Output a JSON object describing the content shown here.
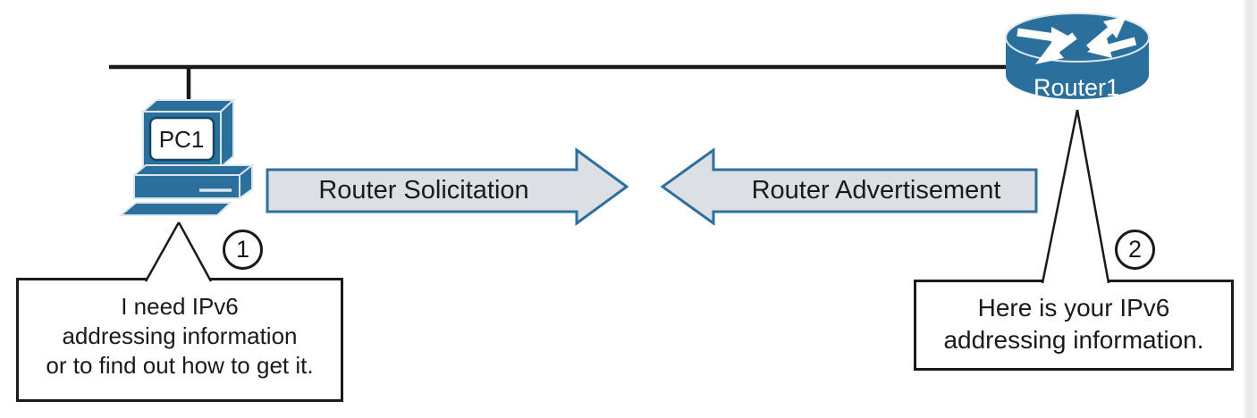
{
  "figure": {
    "devices": {
      "pc": {
        "label": "PC1"
      },
      "router": {
        "label": "Router1"
      }
    },
    "messages": {
      "solicitation": "Router Solicitation",
      "advertisement": "Router Advertisement"
    },
    "callouts": {
      "pc": {
        "step": "1",
        "lines": [
          "I need IPv6",
          "addressing information",
          "or to find out how to get it."
        ]
      },
      "router": {
        "step": "2",
        "lines": [
          "Here is your IPv6",
          "addressing information."
        ]
      }
    },
    "colors": {
      "device_fill": "#2b6f9d",
      "device_edge": "#d9e6ee",
      "arrow_fill": "#dcdfe4",
      "arrow_border": "#2e6f9e",
      "line": "#1a1a1a"
    }
  }
}
